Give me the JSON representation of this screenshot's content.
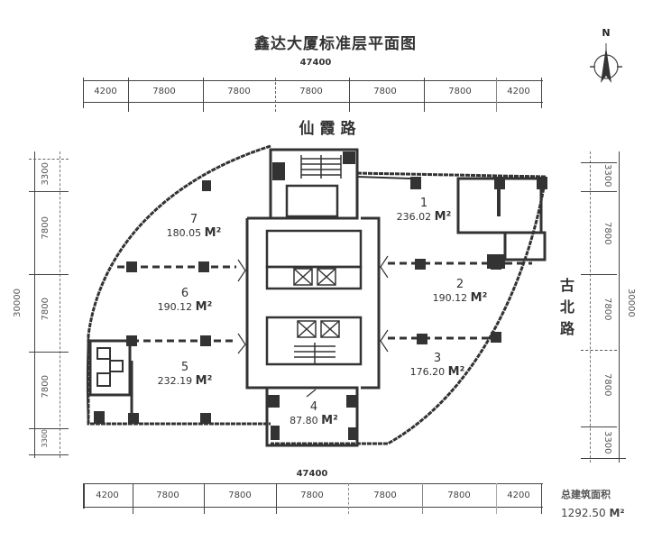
{
  "title": "鑫达大厦标准层平面图",
  "compass": {
    "label": "N"
  },
  "top_dims": {
    "total": "47400",
    "segments": [
      "4200",
      "7800",
      "7800",
      "7800",
      "7800",
      "7800",
      "4200"
    ]
  },
  "bottom_dims": {
    "total": "47400",
    "segments": [
      "4200",
      "7800",
      "7800",
      "7800",
      "7800",
      "7800",
      "4200"
    ]
  },
  "left_dims": {
    "total": "30000",
    "segments": [
      "3300",
      "7800",
      "7800",
      "7800",
      "3300"
    ]
  },
  "right_dims": {
    "total": "30000",
    "segments": [
      "3300",
      "7800",
      "7800",
      "7800",
      "3300"
    ]
  },
  "roads": {
    "north": "仙霞路",
    "east": "古北路"
  },
  "units": [
    {
      "no": "1",
      "area": "236.02",
      "unit": "M²"
    },
    {
      "no": "2",
      "area": "190.12",
      "unit": "M²"
    },
    {
      "no": "3",
      "area": "176.20",
      "unit": "M²"
    },
    {
      "no": "4",
      "area": "87.80",
      "unit": "M²"
    },
    {
      "no": "5",
      "area": "232.19",
      "unit": "M²"
    },
    {
      "no": "6",
      "area": "190.12",
      "unit": "M²"
    },
    {
      "no": "7",
      "area": "180.05",
      "unit": "M²"
    }
  ],
  "summary": {
    "label": "总建筑面积",
    "value": "1292.50",
    "unit": "M²"
  },
  "colors": {
    "wall": "#333333",
    "line": "#444444",
    "background": "#ffffff"
  }
}
